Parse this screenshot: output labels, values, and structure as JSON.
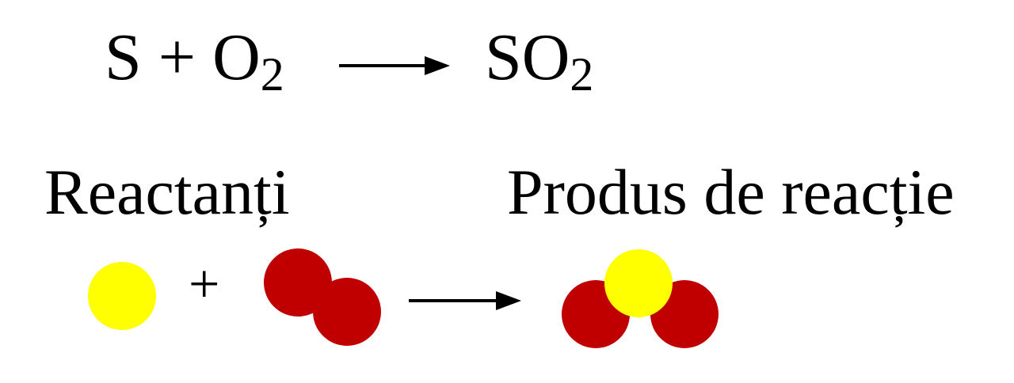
{
  "equation": {
    "reactant_s": "S",
    "plus": "+",
    "reactant_o": "O",
    "reactant_o_sub": "2",
    "product_base": "SO",
    "product_sub": "2"
  },
  "labels": {
    "reactants": "Reactanți",
    "product": "Produs de reacție"
  },
  "molecules": {
    "plus": "+"
  },
  "colors": {
    "sulfur": "#ffff00",
    "oxygen": "#c00000",
    "arrow": "#000000"
  },
  "icons": {
    "reaction_arrow": "arrow-right-icon"
  }
}
